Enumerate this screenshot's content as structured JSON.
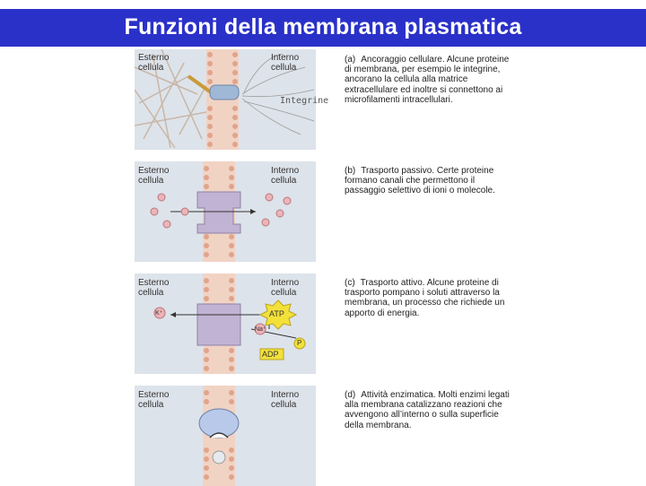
{
  "slide": {
    "title": "Funzioni della membrana plasmatica"
  },
  "panels": [
    {
      "outside": "Esterno cellula",
      "inside": "Interno cellula",
      "extra": "Integrine",
      "letter": "(a)",
      "caption": "Ancoraggio cellulare. Alcune proteine di membrana, per esempio le integrine, ancorano la cellula alla matrice extracellulare ed inoltre si connettono ai microfilamenti intracellulari."
    },
    {
      "outside": "Esterno cellula",
      "inside": "Interno cellula",
      "letter": "(b)",
      "caption": "Trasporto passivo. Certe proteine formano canali che permettono il passaggio selettivo di ioni o molecole."
    },
    {
      "outside": "Esterno cellula",
      "inside": "Interno cellula",
      "letter": "(c)",
      "caption": "Trasporto attivo. Alcune proteine di trasporto pompano i soluti attraverso la membrana, un processo che richiede un apporto di energia.",
      "atp": "ATP",
      "adp": "ADP",
      "k": "K⁺",
      "na": "Na⁺",
      "p": "P"
    },
    {
      "outside": "Esterno cellula",
      "inside": "Interno cellula",
      "letter": "(d)",
      "caption": "Attività enzimatica. Molti enzimi legati alla membrana catalizzano reazioni che avvengono all’interno o sulla superficie della membrana."
    }
  ],
  "colors": {
    "title_bar": "#2a31c9",
    "membrane": "#e8b9a6",
    "protein": "#b7a6c9",
    "ion": "#e8a6ae",
    "atp": "#f3e13a"
  }
}
